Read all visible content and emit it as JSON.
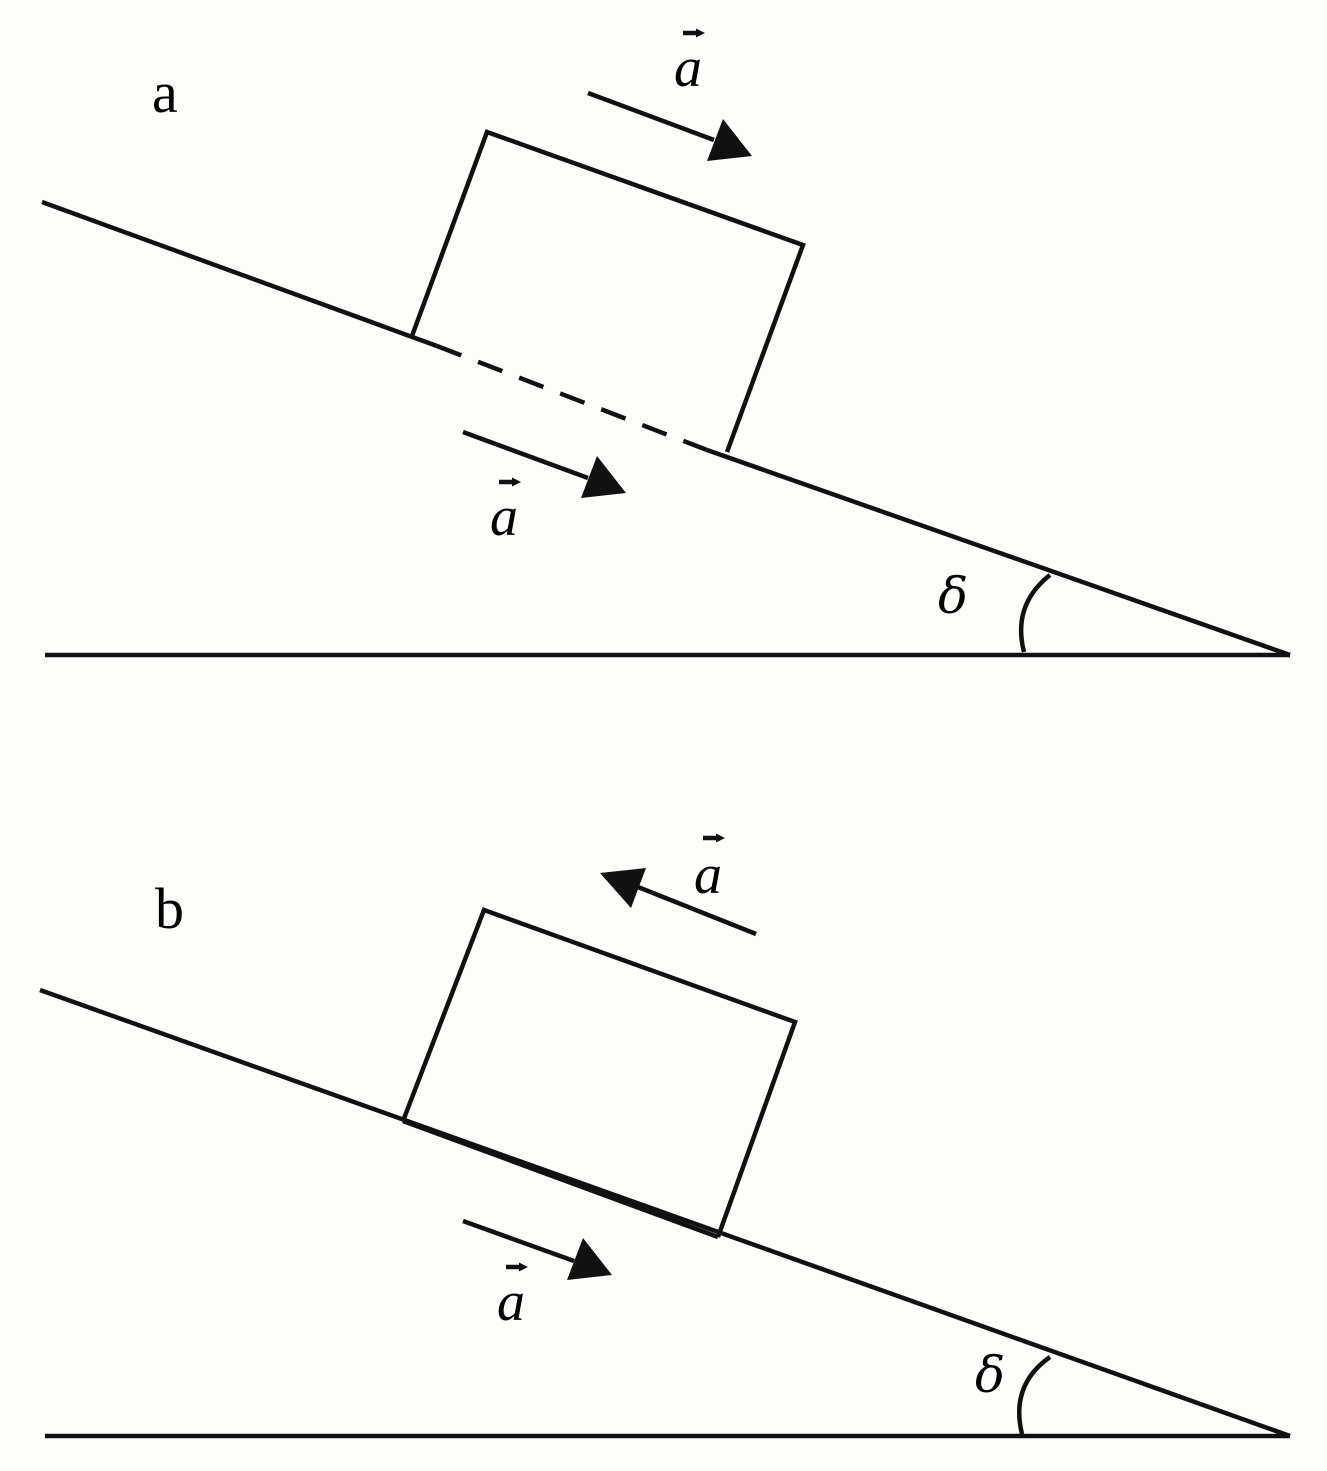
{
  "figure": {
    "panels": [
      {
        "id": "a",
        "label": "a",
        "vector_labels": {
          "upper": "a",
          "lower": "a"
        },
        "angle_label": "δ"
      },
      {
        "id": "b",
        "label": "b",
        "vector_labels": {
          "upper": "a",
          "lower": "a"
        },
        "angle_label": "δ"
      }
    ]
  },
  "colors": {
    "background": "#fdfdfb",
    "ink": "#111111"
  }
}
